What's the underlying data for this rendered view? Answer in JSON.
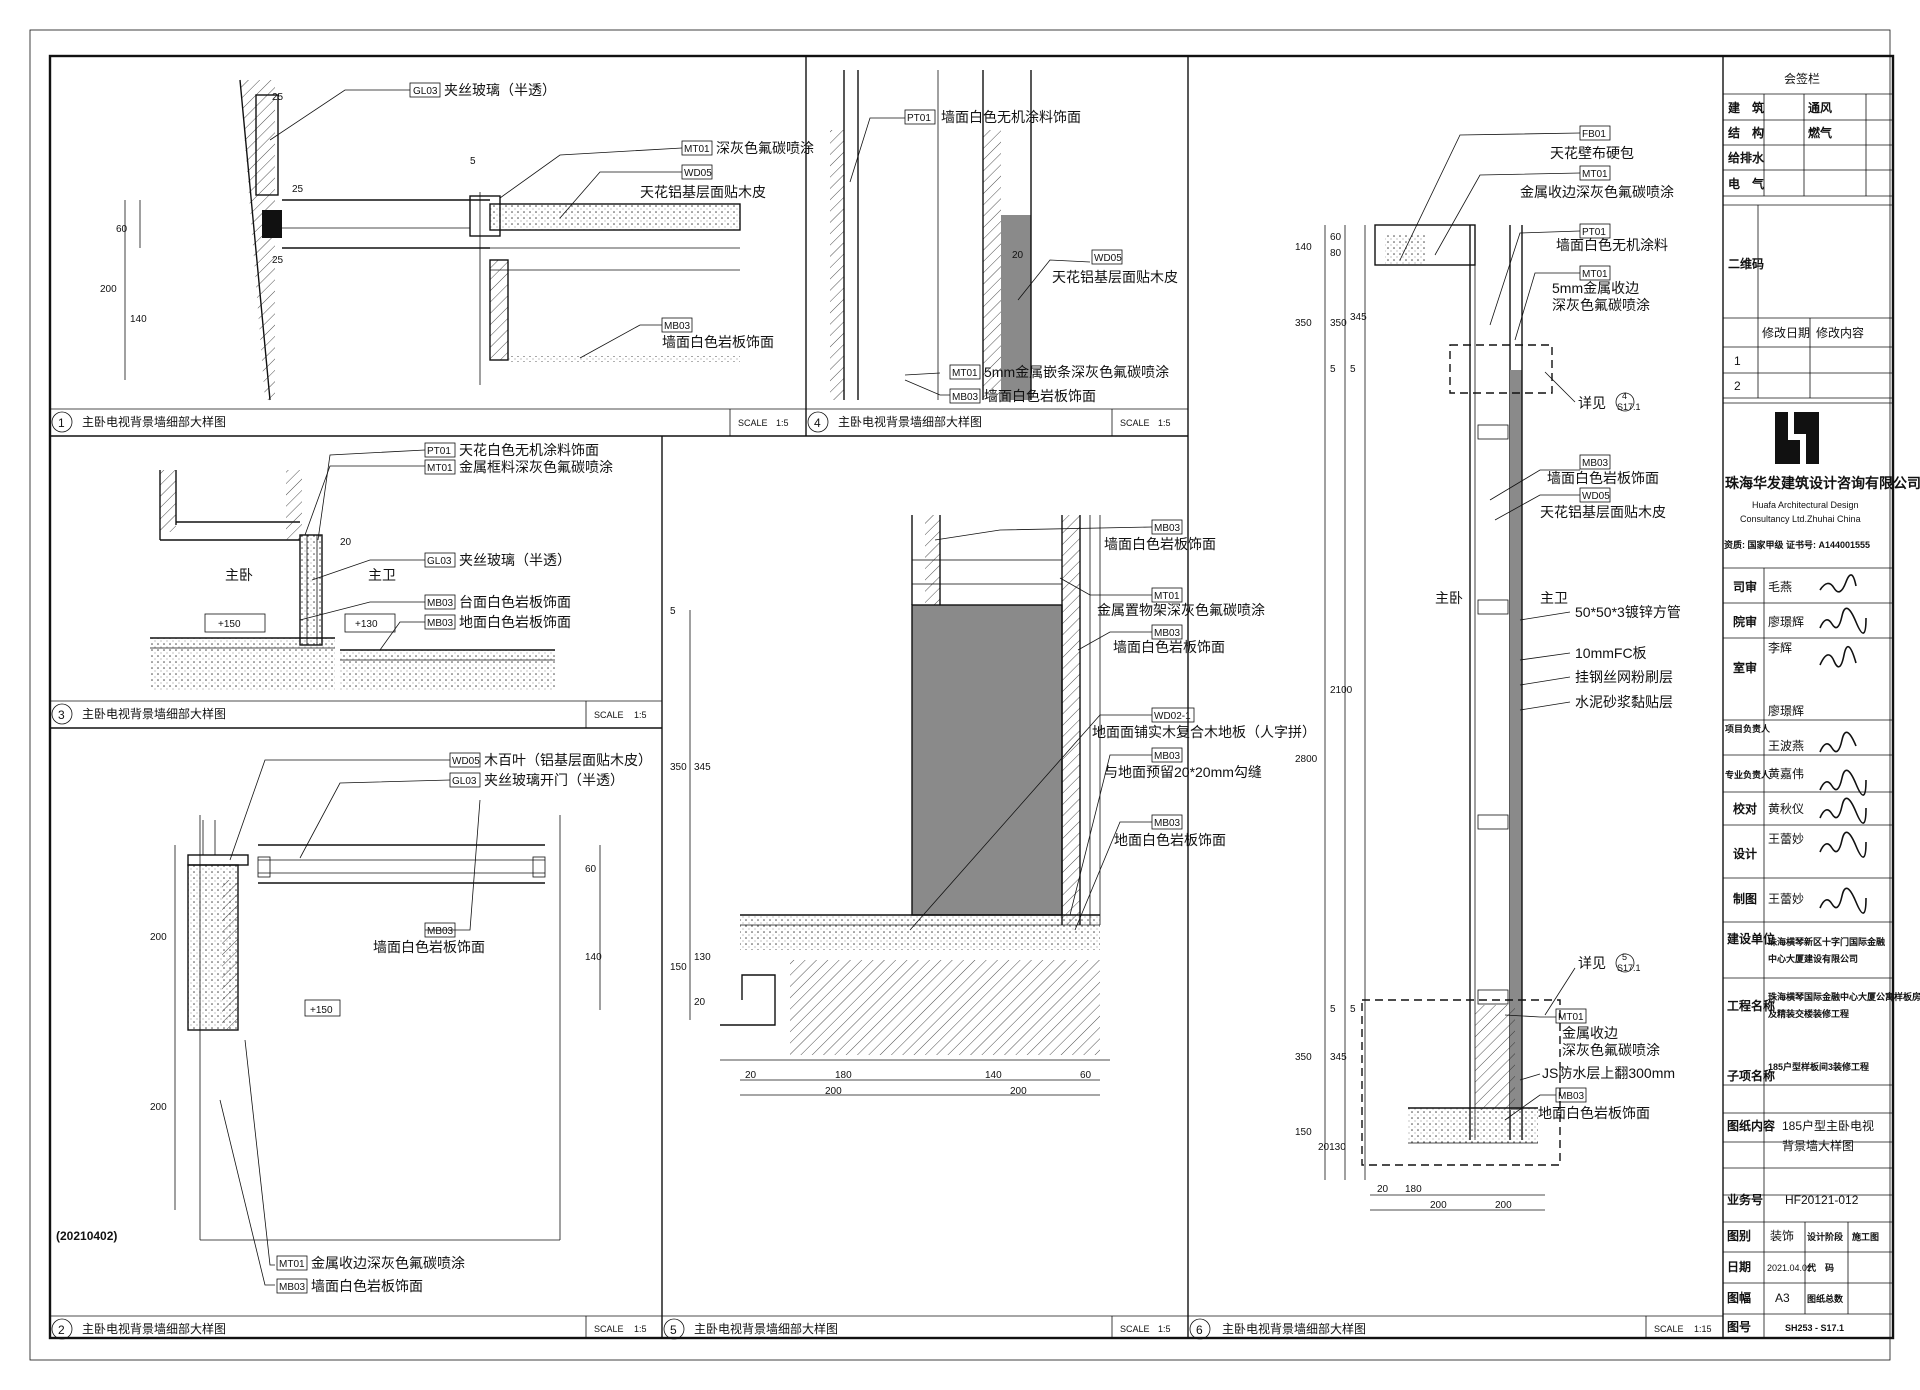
{
  "panels": [
    {
      "num": "1",
      "title": "主卧电视背景墙细部大样图",
      "scale_label": "SCALE",
      "scale": "1:5"
    },
    {
      "num": "4",
      "title": "主卧电视背景墙细部大样图",
      "scale_label": "SCALE",
      "scale": "1:5"
    },
    {
      "num": "3",
      "title": "主卧电视背景墙细部大样图",
      "scale_label": "SCALE",
      "scale": "1:5"
    },
    {
      "num": "2",
      "title": "主卧电视背景墙细部大样图",
      "scale_label": "SCALE",
      "scale": "1:5"
    },
    {
      "num": "5",
      "title": "主卧电视背景墙细部大样图",
      "scale_label": "SCALE",
      "scale": "1:5"
    },
    {
      "num": "6",
      "title": "主卧电视背景墙细部大样图",
      "scale_label": "SCALE",
      "scale": "1:15"
    }
  ],
  "detail1": {
    "notes": [
      {
        "code": "GL03",
        "text": "夹丝玻璃（半透）"
      },
      {
        "code": "MT01",
        "text": "深灰色氟碳喷涂"
      },
      {
        "code": "WD05",
        "text": "天花铝基层面贴木皮"
      },
      {
        "code": "MB03",
        "text": "墙面白色岩板饰面"
      }
    ],
    "dims": [
      "25",
      "25",
      "25",
      "5",
      "60",
      "140",
      "200"
    ]
  },
  "detail4": {
    "notes": [
      {
        "code": "PT01",
        "text": "墙面白色无机涂料饰面"
      },
      {
        "code": "WD05",
        "text": "天花铝基层面贴木皮"
      },
      {
        "code": "MT01",
        "text": "5mm金属嵌条深灰色氟碳喷涂"
      },
      {
        "code": "MB03",
        "text": "墙面白色岩板饰面"
      }
    ],
    "dims": [
      "20"
    ]
  },
  "detail3": {
    "notes": [
      {
        "code": "PT01",
        "text": "天花白色无机涂料饰面"
      },
      {
        "code": "MT01",
        "text": "金属框料深灰色氟碳喷涂"
      },
      {
        "code": "GL03",
        "text": "夹丝玻璃（半透）"
      },
      {
        "code": "MB03",
        "text": "台面白色岩板饰面"
      },
      {
        "code": "MB03",
        "text": "地面白色岩板饰面"
      }
    ],
    "rooms": [
      "主卧",
      "主卫"
    ],
    "levels": [
      "+150",
      "+130"
    ],
    "dims": [
      "20"
    ]
  },
  "detail2": {
    "notes": [
      {
        "code": "WD05",
        "text": "木百叶（铝基层面贴木皮）"
      },
      {
        "code": "GL03",
        "text": "夹丝玻璃开门（半透）"
      },
      {
        "code": "MB03",
        "text": "墙面白色岩板饰面"
      },
      {
        "code": "MT01",
        "text": "金属收边深灰色氟碳喷涂"
      },
      {
        "code": "MB03",
        "text": "墙面白色岩板饰面"
      }
    ],
    "level": "+150",
    "dims": [
      "200",
      "200",
      "60",
      "140"
    ],
    "stamp": "(20210402)"
  },
  "detail5": {
    "notes": [
      {
        "code": "MB03",
        "text": "墙面白色岩板饰面"
      },
      {
        "code": "MT01",
        "text": "金属置物架深灰色氟碳喷涂"
      },
      {
        "code": "MB03",
        "text": "墙面白色岩板饰面"
      },
      {
        "code": "WD02-1",
        "text": "地面面铺实木复合木地板（人字拼）"
      },
      {
        "code": "MB03",
        "text": "与地面预留20*20mm勾缝"
      },
      {
        "code": "MB03",
        "text": "地面白色岩板饰面"
      }
    ],
    "vdims": [
      "5",
      "350",
      "345",
      "150",
      "130",
      "20"
    ],
    "hdims": [
      "20",
      "180",
      "140",
      "60",
      "200",
      "200"
    ]
  },
  "detail6": {
    "notes": [
      {
        "code": "FB01",
        "text": "天花壁布硬包"
      },
      {
        "code": "MT01",
        "text": "金属收边深灰色氟碳喷涂"
      },
      {
        "code": "PT01",
        "text": "墙面白色无机涂料"
      },
      {
        "code": "MT01",
        "text": "5mm金属收边"
      },
      {
        "code": "",
        "text": "深灰色氟碳喷涂"
      },
      {
        "code": "MB03",
        "text": "墙面白色岩板饰面"
      },
      {
        "code": "WD05",
        "text": "天花铝基层面贴木皮"
      },
      {
        "code": "",
        "text": "50*50*3镀锌方管"
      },
      {
        "code": "",
        "text": "10mmFC板"
      },
      {
        "code": "",
        "text": "挂钢丝网粉刷层"
      },
      {
        "code": "",
        "text": "水泥砂浆黏贴层"
      },
      {
        "code": "MT01",
        "text": "金属收边"
      },
      {
        "code": "",
        "text": "深灰色氟碳喷涂"
      },
      {
        "code": "",
        "text": "JS防水层上翻300mm"
      },
      {
        "code": "MB03",
        "text": "地面白色岩板饰面"
      }
    ],
    "see_detail": [
      "详见",
      "详见"
    ],
    "see_refs": [
      "4",
      "S17.1",
      "5",
      "S17.1"
    ],
    "rooms": [
      "主卧",
      "主卫"
    ],
    "vdims": [
      "140",
      "60",
      "80",
      "350",
      "350",
      "345",
      "5",
      "5",
      "2100",
      "2800",
      "350",
      "345",
      "5",
      "5",
      "150",
      "20130"
    ],
    "hdims": [
      "20",
      "180",
      "200",
      "200"
    ]
  },
  "title_block": {
    "countersign_header": "会签栏",
    "countersign": [
      [
        "建　筑",
        "通风"
      ],
      [
        "结　构",
        "燃气"
      ],
      [
        "给排水",
        ""
      ],
      [
        "电　气",
        ""
      ]
    ],
    "qr_label": "二维码",
    "revision_headers": [
      "修改日期",
      "修改内容"
    ],
    "revision_rows": [
      "1",
      "2"
    ],
    "company_cn": "珠海华发建筑设计咨询有限公司",
    "company_en_1": "Huafa Architectural  Design",
    "company_en_2": "Consultancy  Ltd.Zhuhai China",
    "qualification": "资质: 国家甲级  证书号: A144001555",
    "roles": [
      {
        "role": "司审",
        "name": "毛燕"
      },
      {
        "role": "院审",
        "name": "廖璟辉"
      },
      {
        "role": "室审",
        "name": "李辉"
      },
      {
        "role": "项目负责人",
        "name": "廖璟辉"
      },
      {
        "role": "",
        "name": "王波燕"
      },
      {
        "role": "专业负责人",
        "name": "黄嘉伟"
      },
      {
        "role": "校对",
        "name": "黄秋仪"
      },
      {
        "role": "设计",
        "name": "王蕾妙"
      },
      {
        "role": "制图",
        "name": "王蕾妙"
      }
    ],
    "client_label": "建设单位",
    "client_1": "珠海横琴新区十字门国际金融",
    "client_2": "中心大厦建设有限公司",
    "project_label": "工程名称",
    "project_1": "珠海横琴国际金融中心大厦公寓样板房",
    "project_2": "及精装交楼装修工程",
    "subproject_label": "子项名称",
    "subproject": "185户型样板间3装修工程",
    "drawing_label": "图纸内容",
    "drawing_1": "185户型主卧电视",
    "drawing_2": "背景墙大样图",
    "job_label": "业务号",
    "job": "HF20121-012",
    "type_label": "图别",
    "type": "装饰",
    "stage_label": "设计阶段",
    "stage": "施工图",
    "date_label": "日期",
    "date": "2021.04.02",
    "code_label": "代　码",
    "size_label": "图幅",
    "size": "A3",
    "total_label": "图纸总数",
    "no_label": "图号",
    "no": "SH253 - S17.1"
  }
}
